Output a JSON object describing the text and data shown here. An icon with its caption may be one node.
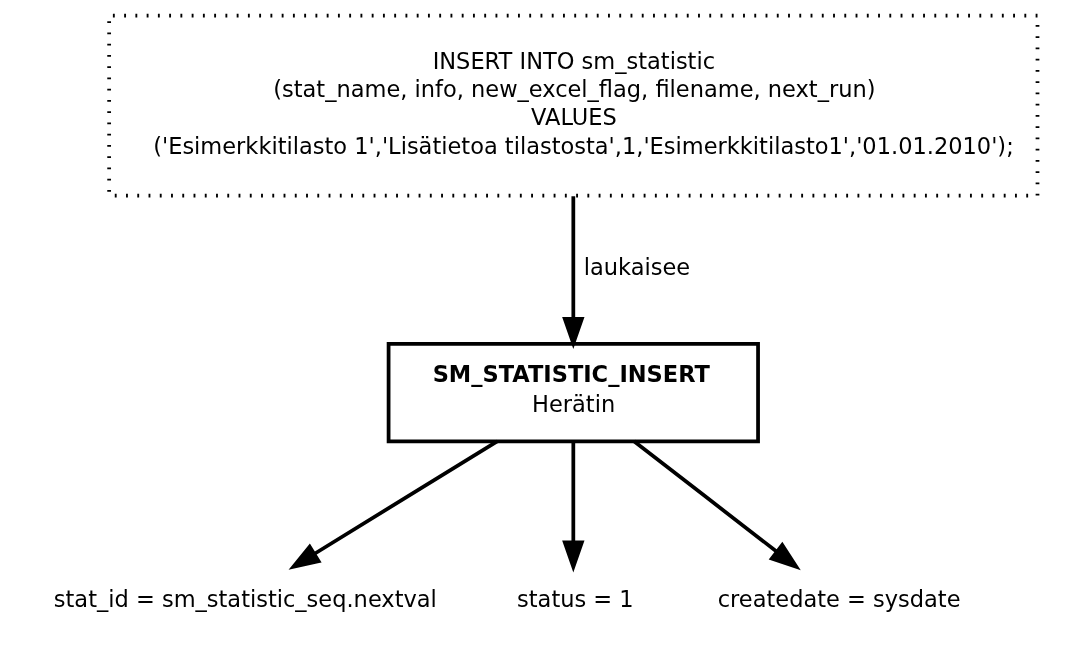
{
  "diagram": {
    "nodes": [
      {
        "text": [
          "INSERT INTO sm_statistic",
          "(stat_name, info, new_excel_flag, filename, next_run)",
          "VALUES",
          "('Esimerkkitilasto 1','Lisätietoa tilastosta',1,'Esimerkkitilasto1','01.01.2010');"
        ]
      },
      {
        "text": [
          "SM_STATISTIC_INSERT",
          "Herätin"
        ]
      },
      {
        "text": [
          "stat_id = sm_statistic_seq.nextval"
        ]
      },
      {
        "text": [
          "status = 1"
        ]
      },
      {
        "text": [
          "createdate = sysdate"
        ]
      }
    ],
    "edges": [
      {
        "from": 0,
        "to": 1,
        "arrow": "to",
        "label": "laukaisee"
      },
      {
        "from": 1,
        "to": 2,
        "arrow": "to"
      },
      {
        "from": 1,
        "to": 3,
        "arrow": "to"
      },
      {
        "from": 1,
        "to": 4,
        "arrow": "to"
      }
    ]
  }
}
